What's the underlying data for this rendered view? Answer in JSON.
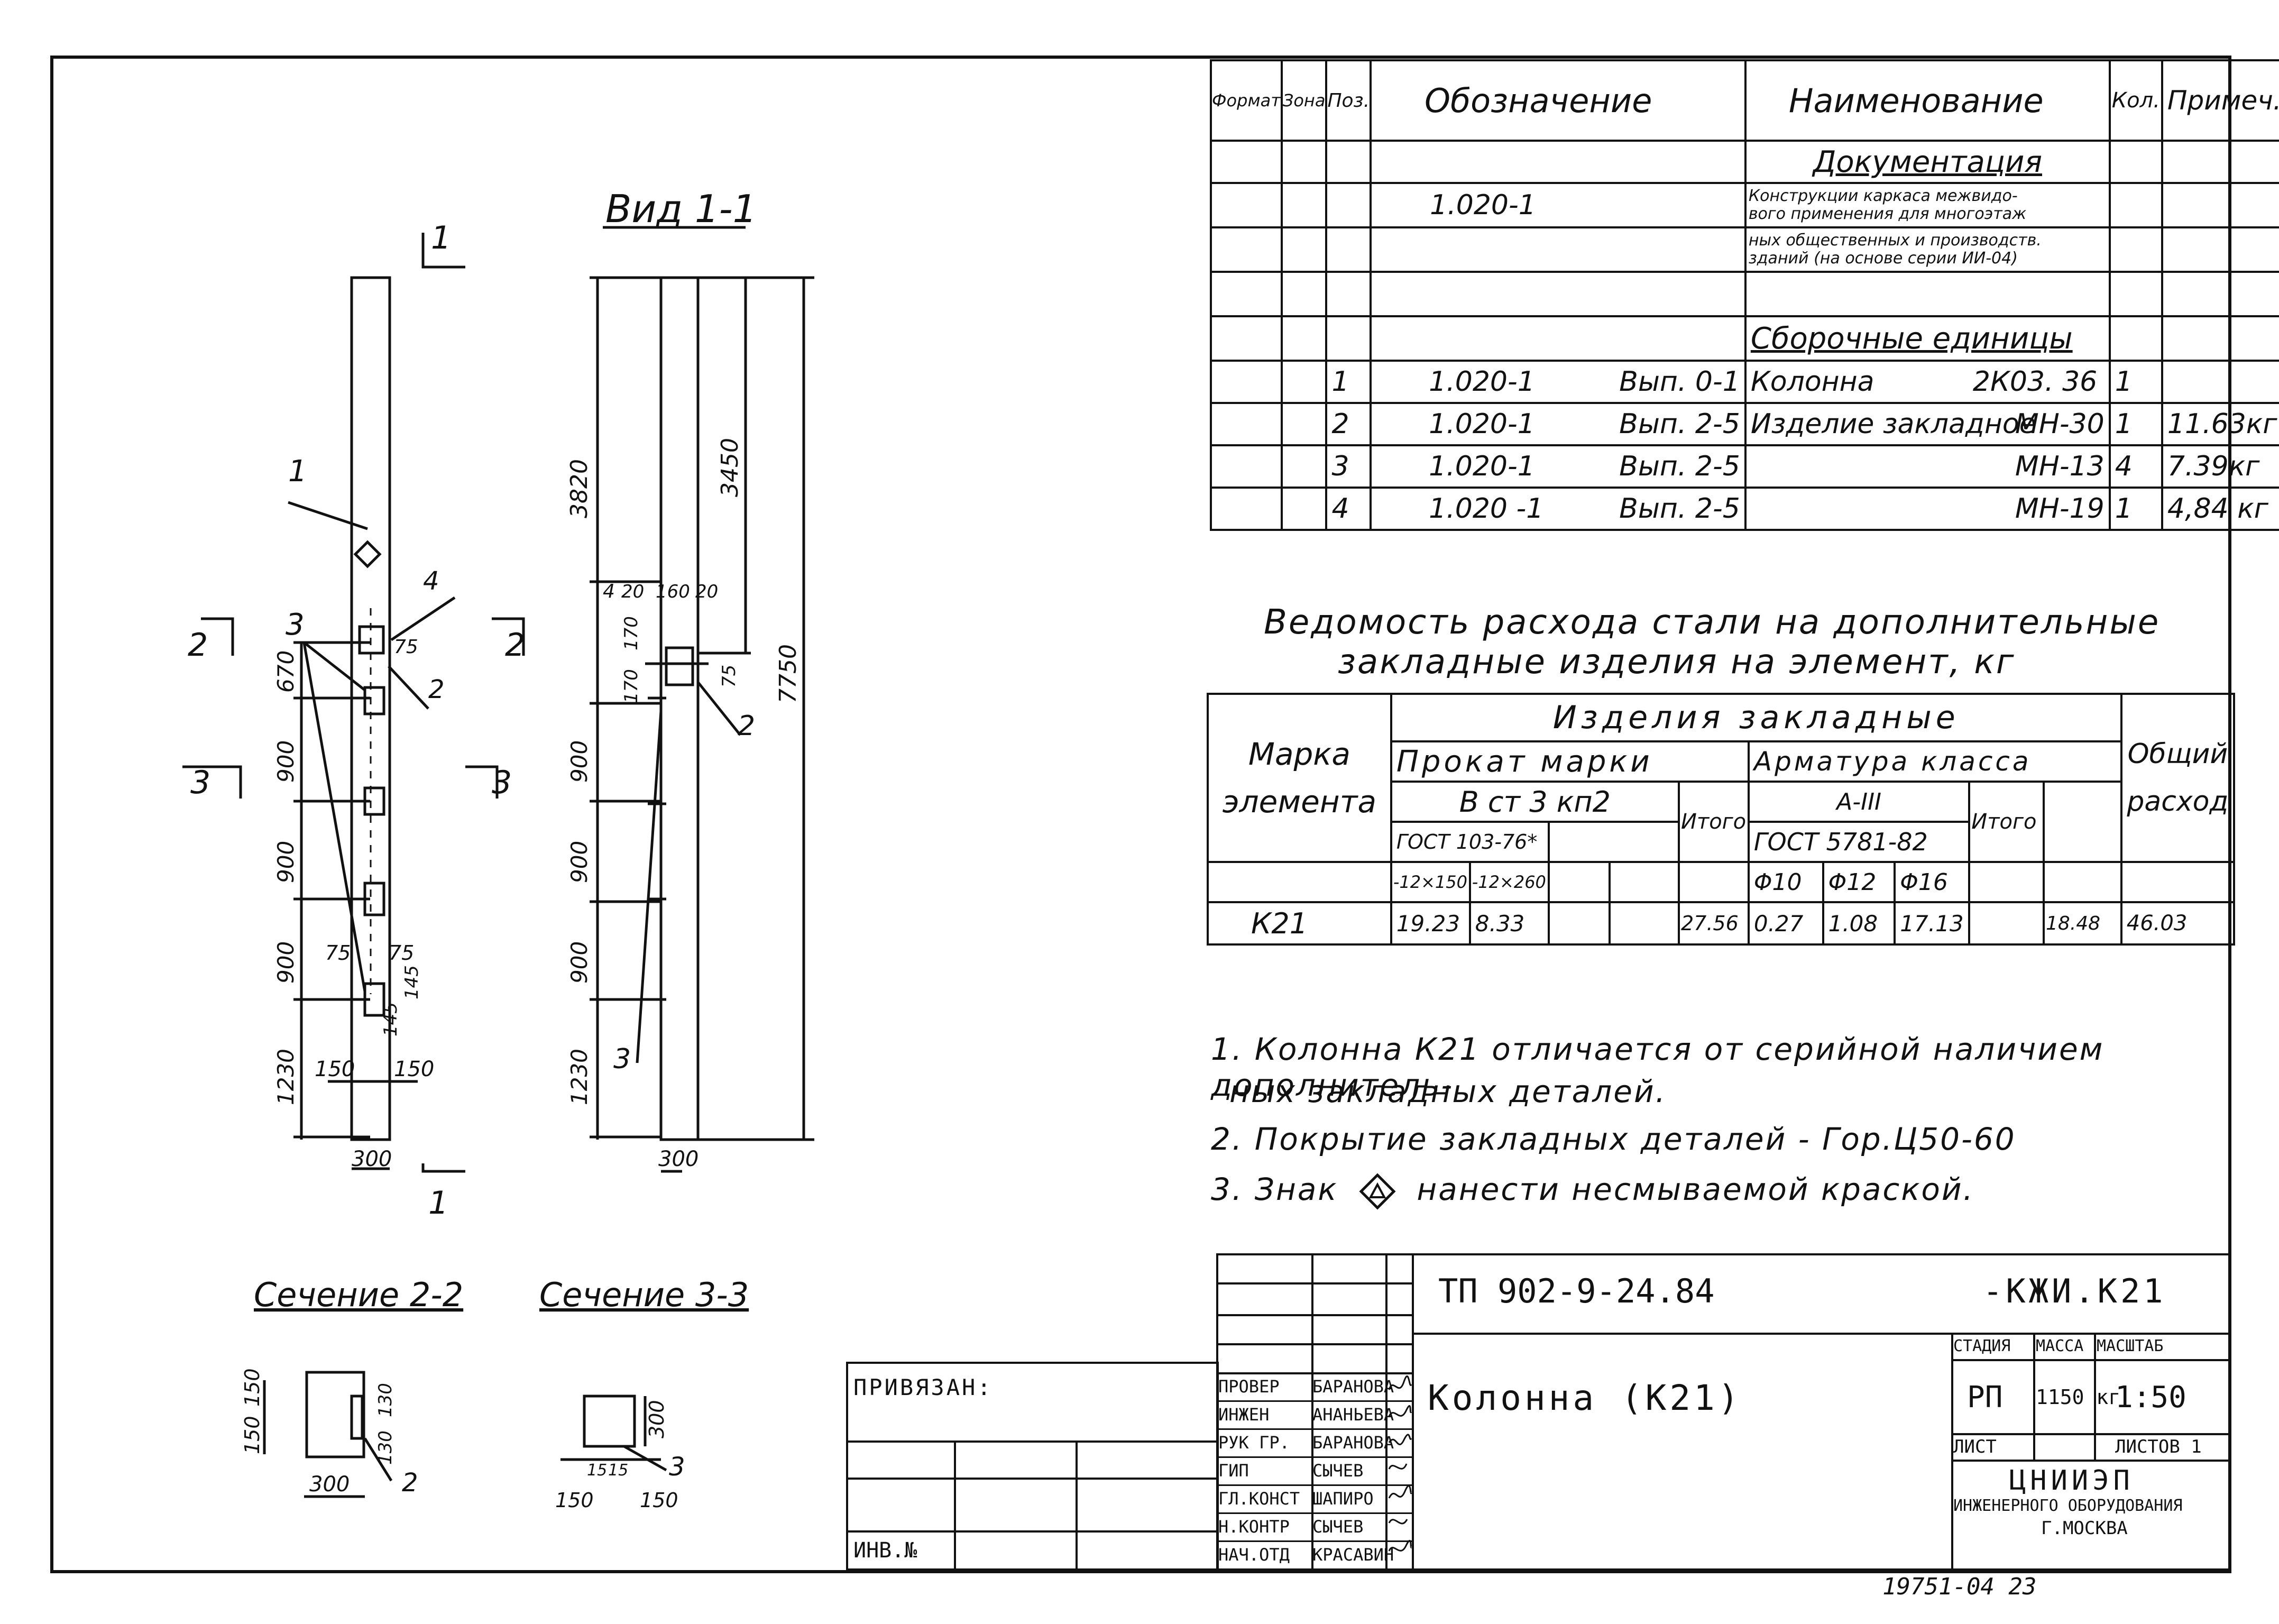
{
  "view_title": "Вид 1-1",
  "spec": {
    "headers": {
      "format": "Формат",
      "zone": "Зона",
      "pos": "Поз.",
      "designation": "Обозначение",
      "name": "Наименование",
      "qty": "Кол.",
      "note": "Примеч."
    },
    "section_docs": "Документация",
    "doc_row": {
      "designation": "1.020-1",
      "name_line1": "Конструкции каркаса межвидо-",
      "name_line2": "вого применения для многоэтаж",
      "name_line3": "ных общественных и производств.",
      "name_line4": "зданий (на основе серии ИИ-04)"
    },
    "section_assemblies": "Сборочные единицы",
    "rows": [
      {
        "pos": "1",
        "designation": "1.020-1",
        "issue": "Вып. 0-1",
        "name": "Колонна",
        "mark": "2К03. 36",
        "qty": "1",
        "note": ""
      },
      {
        "pos": "2",
        "designation": "1.020-1",
        "issue": "Вып. 2-5",
        "name": "Изделие закладное",
        "mark": "МН-30",
        "qty": "1",
        "note": "11.63кг"
      },
      {
        "pos": "3",
        "designation": "1.020-1",
        "issue": "Вып. 2-5",
        "name": "",
        "mark": "МН-13",
        "qty": "4",
        "note": "7.39кг"
      },
      {
        "pos": "4",
        "designation": "1.020 -1",
        "issue": "Вып. 2-5",
        "name": "",
        "mark": "МН-19",
        "qty": "1",
        "note": "4,84 кг"
      }
    ]
  },
  "steel": {
    "title_line1": "Ведомость расхода стали на дополнительные",
    "title_line2": "закладные изделия на элемент, кг",
    "h_items": "Изделия закладные",
    "h_mark": "Марка",
    "h_element": "элемента",
    "h_rolled": "Прокат марки",
    "h_rebar": "Арматура класса",
    "h_steel": "В ст 3 кп2",
    "h_class": "А-III",
    "h_gost1": "ГОСТ 103-76*",
    "h_gost2": "ГОСТ 5781-82",
    "h_total": "Итого",
    "h_general1": "Общий",
    "h_general2": "расход",
    "sizes": [
      "-12×150",
      "-12×260"
    ],
    "diams": [
      "Φ10",
      "Φ12",
      "Φ16"
    ],
    "row": {
      "mark": "К21",
      "v1": "19.23",
      "v2": "8.33",
      "total1": "27.56",
      "d10": "0.27",
      "d12": "1.08",
      "d16": "17.13",
      "total2": "18.48",
      "general": "46.03"
    }
  },
  "notes": [
    "1. Колонна К21 отличается от серийной наличием дополнитель-",
    "ных закладных деталей.",
    "2. Покрытие закладных деталей - Гор.Ц50-60",
    "3. Знак",
    "нанести несмываемой краской."
  ],
  "sections": {
    "s22": "Сечение 2-2",
    "s33": "Сечение 3-3"
  },
  "drawing": {
    "marks": {
      "one": "1",
      "two": "2",
      "three": "3"
    },
    "dims_left": [
      "670",
      "900",
      "900",
      "900",
      "1230"
    ],
    "dims_small": [
      "75",
      "75",
      "75",
      "145",
      "145",
      "150",
      "150",
      "300"
    ],
    "dims_view": [
      "3820",
      "3450",
      "7750",
      "4",
      "20",
      "160",
      "20",
      "170",
      "170",
      "75",
      "900",
      "900",
      "900",
      "1230",
      "300"
    ],
    "pos_labels": [
      "1",
      "2",
      "3",
      "4"
    ],
    "sec22_dims": [
      "150",
      "150",
      "130",
      "130",
      "300",
      "2"
    ],
    "sec33_dims": [
      "300",
      "15",
      "15",
      "150",
      "150",
      "3"
    ]
  },
  "stamp": {
    "privyazan": "ПРИВЯЗАН:",
    "inv": "ИНВ.№",
    "code": "ТП 902-9-24.84",
    "suffix": "-КЖИ.К21",
    "title": "Колонна (К21)",
    "h_stage": "СТАДИЯ",
    "h_mass": "МАССА",
    "h_scale": "МАСШТАБ",
    "stage": "РП",
    "mass": "1150 кг",
    "scale": "1:50",
    "sheet": "ЛИСТ",
    "sheets": "ЛИСТОВ 1",
    "org1": "ЦНИИЭП",
    "org2": "ИНЖЕНЕРНОГО ОБОРУДОВАНИЯ",
    "org3": "Г.МОСКВА",
    "people": [
      {
        "role": "ПРОВЕР",
        "name": "БАРАНОВА"
      },
      {
        "role": "ИНЖЕН",
        "name": "АНАНЬЕВА"
      },
      {
        "role": "РУК ГР.",
        "name": "БАРАНОВА"
      },
      {
        "role": "ГИП",
        "name": "СЫЧЕВ"
      },
      {
        "role": "ГЛ.КОНСТ",
        "name": "ШАПИРО"
      },
      {
        "role": "Н.КОНТР",
        "name": "СЫЧЕВ"
      },
      {
        "role": "НАЧ.ОТД",
        "name": "КРАСАВИН"
      }
    ],
    "footer": "19751-04 23"
  }
}
